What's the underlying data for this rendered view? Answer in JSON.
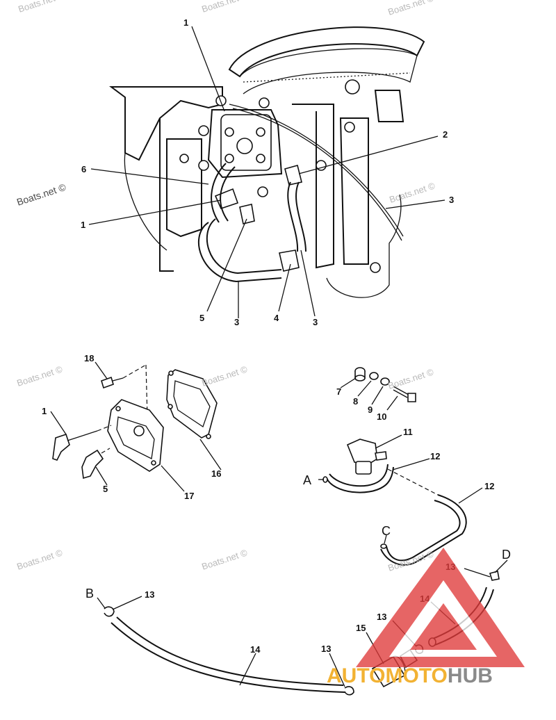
{
  "watermarks": {
    "top_left": "Boats.net",
    "top_center": "Boats.net ©",
    "top_right": "Boats.net ©",
    "left_mid": "Boats.net ©",
    "right_mid": "Boats.net ©",
    "lower_left": "Boats.net ©",
    "lower_center": "Boats.net ©",
    "lower_right": "Boats.net ©",
    "bottom_left": "Boats.net ©",
    "bottom_center": "Boats.net ©",
    "bottom_right": "Boats.net ©"
  },
  "upper_callouts": {
    "c1_top": "1",
    "c2": "2",
    "c3_right": "3",
    "c6": "6",
    "c1_left": "1",
    "c5": "5",
    "c3_bottom_left": "3",
    "c4": "4",
    "c3_bottom_right": "3"
  },
  "lower_callouts": {
    "c18": "18",
    "c1": "1",
    "c5": "5",
    "c17": "17",
    "c16": "16",
    "c7": "7",
    "c8": "8",
    "c9": "9",
    "c10": "10",
    "c11": "11",
    "c12_top": "12",
    "c12_right": "12",
    "c13_b": "13",
    "c13_d": "13",
    "c13_mid": "13",
    "c13_bottom": "13",
    "c14_right": "14",
    "c14_bottom": "14",
    "c15": "15"
  },
  "connection_letters": {
    "a": "A",
    "b": "B",
    "c": "C",
    "d": "D"
  },
  "brand": {
    "part1": "AUTO",
    "part2": "MOTO",
    "part3": "HUB",
    "triangle_color": "#e03a3a",
    "auto_color": "#f2b233",
    "hub_color": "#8a8a8a"
  }
}
